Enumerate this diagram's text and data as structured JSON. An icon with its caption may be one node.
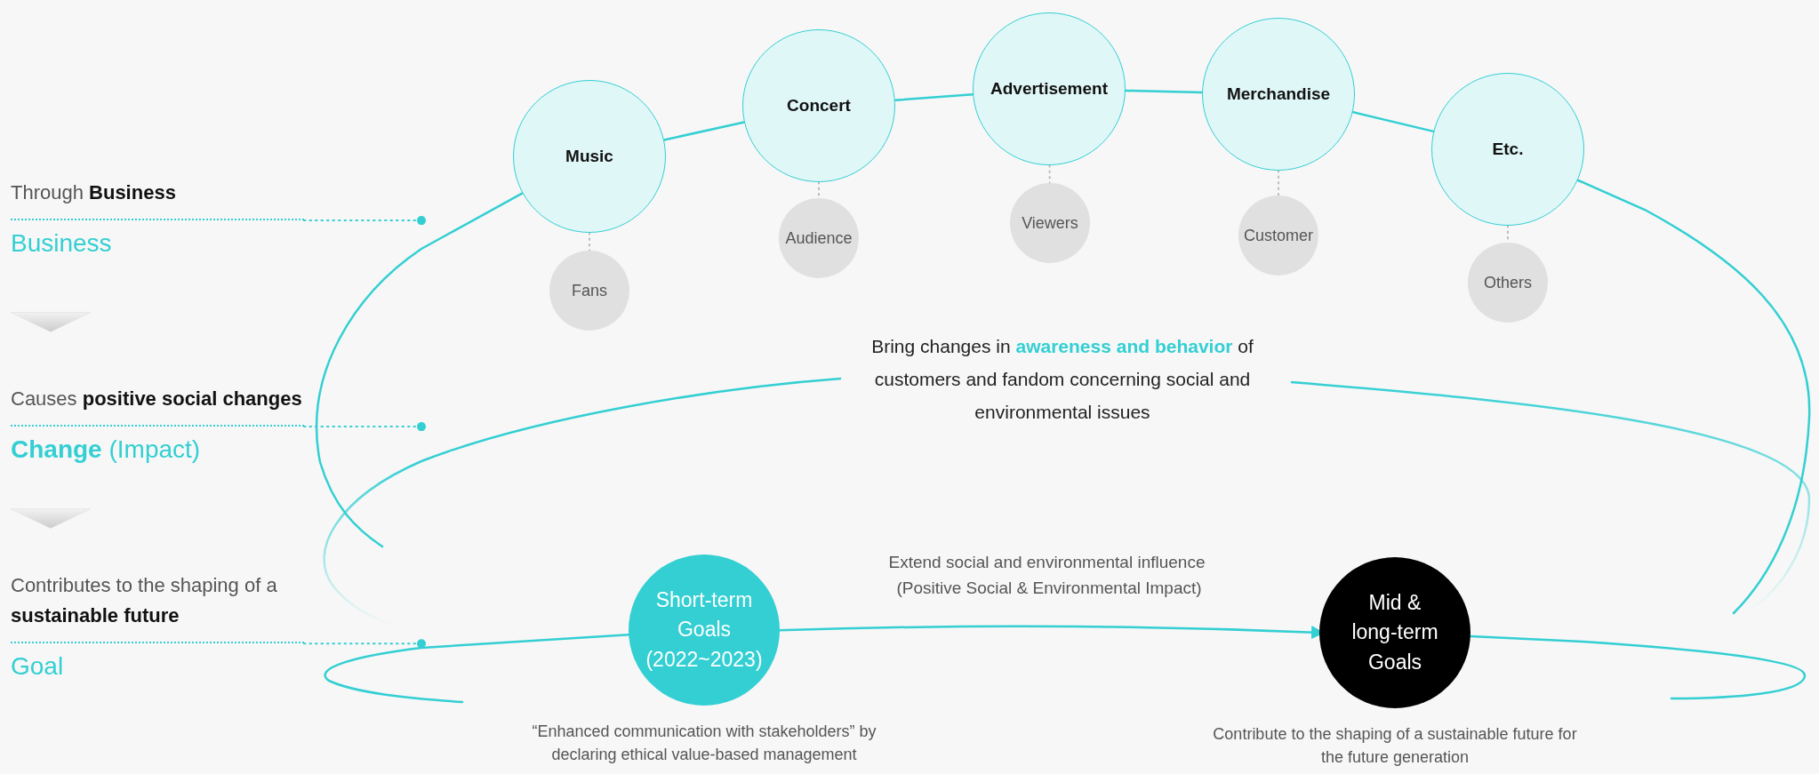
{
  "diagram": {
    "nodes": [
      {
        "text": [
          "Through **Business**",
          "Business"
        ]
      },
      {
        "text": [
          "Causes **positive social changes**",
          "**Change** (Impact)"
        ]
      },
      {
        "text": [
          "Contributes to the shaping of a **sustainable future**",
          "Goal"
        ]
      },
      {
        "text": [
          "Music"
        ]
      },
      {
        "text": [
          "Concert"
        ]
      },
      {
        "text": [
          "Advertisement"
        ]
      },
      {
        "text": [
          "Merchandise"
        ]
      },
      {
        "text": [
          "Etc."
        ]
      },
      {
        "text": [
          "Fans"
        ]
      },
      {
        "text": [
          "Audience"
        ]
      },
      {
        "text": [
          "Viewers"
        ]
      },
      {
        "text": [
          "Customer"
        ]
      },
      {
        "text": [
          "Others"
        ]
      },
      {
        "text": [
          "Short-term Goals (2022~2023)"
        ],
        "beside": [
          "“Enhanced communication with stakeholders” by declaring ethical value-based management"
        ]
      },
      {
        "text": [
          "Mid & long-term Goals"
        ],
        "beside": [
          "Contribute to the shaping of a sustainable future for the future generation"
        ]
      }
    ],
    "edges": [
      {
        "from": 0,
        "to": 1,
        "arrow": "to",
        "color": "#dddddd"
      },
      {
        "from": 1,
        "to": 2,
        "arrow": "to",
        "color": "#dddddd"
      },
      {
        "from": 0,
        "to": null,
        "arrow": "other",
        "style": "dashed"
      },
      {
        "from": 1,
        "to": null,
        "arrow": "other",
        "style": "dashed"
      },
      {
        "from": 2,
        "to": null,
        "arrow": "other",
        "style": "dashed"
      },
      {
        "from": 3,
        "to": 4,
        "arrow": "none"
      },
      {
        "from": 4,
        "to": 5,
        "arrow": "none"
      },
      {
        "from": 5,
        "to": 6,
        "arrow": "none"
      },
      {
        "from": 6,
        "to": 7,
        "arrow": "none"
      },
      {
        "from": 3,
        "to": 8,
        "arrow": "none",
        "style": "dashed",
        "color": "#bbbbbb"
      },
      {
        "from": 4,
        "to": 9,
        "arrow": "none",
        "style": "dashed",
        "color": "#bbbbbb"
      },
      {
        "from": 5,
        "to": 10,
        "arrow": "none",
        "style": "dashed",
        "color": "#bbbbbb"
      },
      {
        "from": 6,
        "to": 11,
        "arrow": "none",
        "style": "dashed",
        "color": "#bbbbbb"
      },
      {
        "from": 7,
        "to": 12,
        "arrow": "none",
        "style": "dashed",
        "color": "#bbbbbb"
      },
      {
        "from": 13,
        "to": 14,
        "arrow": "to",
        "label": "Extend social and environmental influence"
      },
      {
        "from": null,
        "to": 3,
        "arrow": "none"
      },
      {
        "from": 7,
        "to": null,
        "arrow": "none"
      },
      {
        "from": null,
        "to": 13,
        "arrow": "none"
      },
      {
        "from": 14,
        "to": null,
        "arrow": "none"
      }
    ],
    "labels": [
      "Bring changes in **awareness and behavior** of customers and fandom concerning social and environmental issues",
      "(Positive Social & Environmental Impact)"
    ]
  }
}
